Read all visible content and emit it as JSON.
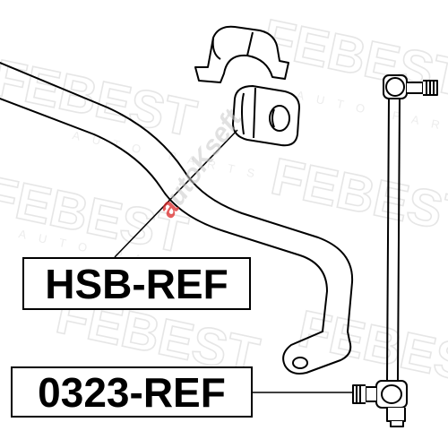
{
  "watermark": {
    "brand": "FEBEST",
    "sub": "AUTO PARTS"
  },
  "seller_watermark": {
    "prefix": "a",
    "rest": "utoKseft"
  },
  "labels": {
    "bushing": "HSB-REF",
    "link": "0323-REF"
  },
  "colors": {
    "line": "#000000",
    "watermark": "#e6e6e6",
    "seller_accent": "#dc2828"
  }
}
